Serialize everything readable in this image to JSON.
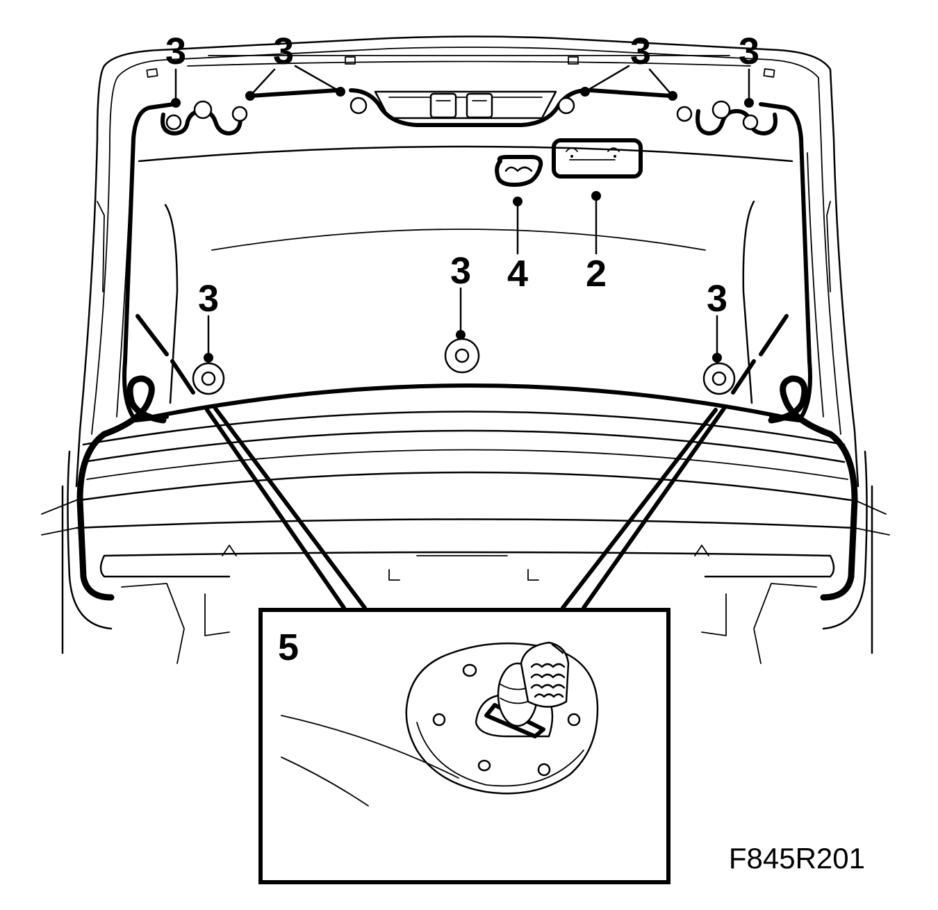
{
  "figure_id": "F845R201",
  "callouts": {
    "top_far_left": "3",
    "top_left": "3",
    "top_right": "3",
    "top_far_right": "3",
    "lamp": "2",
    "handle": "4",
    "mid_left": "3",
    "mid_center": "3",
    "mid_right": "3",
    "detail": "5"
  },
  "colors": {
    "line": "#000000",
    "background": "#ffffff"
  }
}
